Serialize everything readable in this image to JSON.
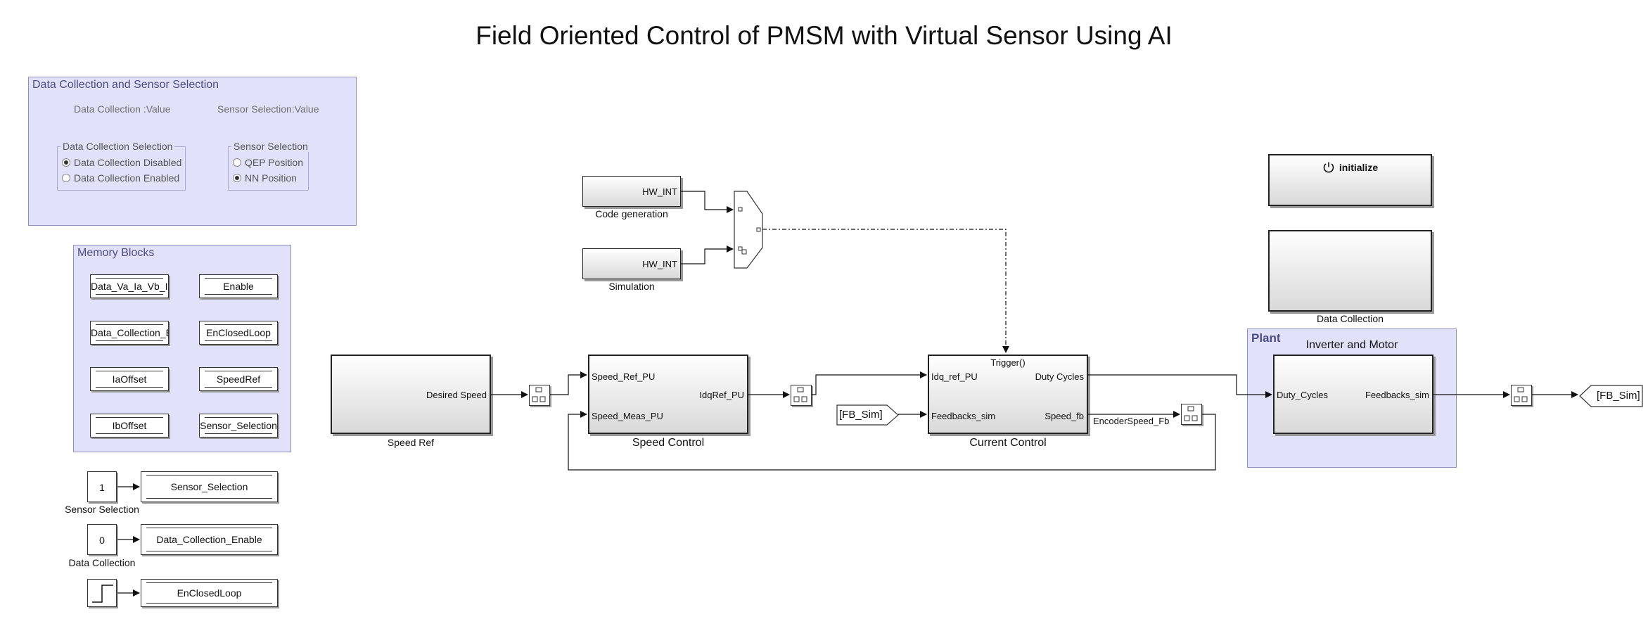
{
  "title": "Field Oriented Control of PMSM with Virtual Sensor Using AI",
  "data_collection_panel": {
    "title": "Data Collection and Sensor Selection",
    "value_label_1": "Data Collection :Value",
    "value_label_2": "Sensor Selection:Value",
    "data_group": {
      "legend": "Data Collection Selection",
      "options": [
        "Data Collection Disabled",
        "Data Collection Enabled"
      ],
      "selected": "Data Collection Disabled"
    },
    "sensor_group": {
      "legend": "Sensor Selection",
      "options": [
        "QEP Position",
        "NN Position"
      ],
      "selected": "NN Position"
    }
  },
  "memory_panel": {
    "title": "Memory Blocks",
    "blocks": [
      "Data_Va_Ia_Vb_Ib",
      "Enable",
      "Data_Collection_Enable",
      "EnClosedLoop",
      "IaOffset",
      "SpeedRef",
      "IbOffset",
      "Sensor_Selection"
    ]
  },
  "sensor_selection_const": {
    "value": "1",
    "label": "Sensor Selection",
    "target": "Sensor_Selection"
  },
  "data_collection_const": {
    "value": "0",
    "label": "Data Collection",
    "target": "Data_Collection_Enable"
  },
  "step_block": {
    "target": "EnClosedLoop"
  },
  "hw_code_gen": {
    "text": "HW_INT",
    "label": "Code generation"
  },
  "hw_sim": {
    "text": "HW_INT",
    "label": "Simulation"
  },
  "initialize_button": {
    "label": "initialize"
  },
  "data_collection_block": {
    "label": "Data Collection"
  },
  "speed_ref": {
    "out_port": "Desired Speed",
    "label": "Speed Ref"
  },
  "speed_control": {
    "in_port_1": "Speed_Ref_PU",
    "in_port_2": "Speed_Meas_PU",
    "out_port": "IdqRef_PU",
    "label": "Speed Control"
  },
  "current_control": {
    "trigger": "Trigger()",
    "in_port_1": "Idq_ref_PU",
    "in_port_2": "Feedbacks_sim",
    "out_port_1": "Duty Cycles",
    "out_port_2": "Speed_fb",
    "label": "Current Control"
  },
  "fb_sim_from": "[FB_Sim]",
  "encoder_signal": "EncoderSpeed_Fb",
  "plant": {
    "title": "Plant",
    "subtitle": "Inverter and Motor",
    "in_port": "Duty_Cycles",
    "out_port": "Feedbacks_sim"
  },
  "fb_sim_goto": "[FB_Sim]"
}
